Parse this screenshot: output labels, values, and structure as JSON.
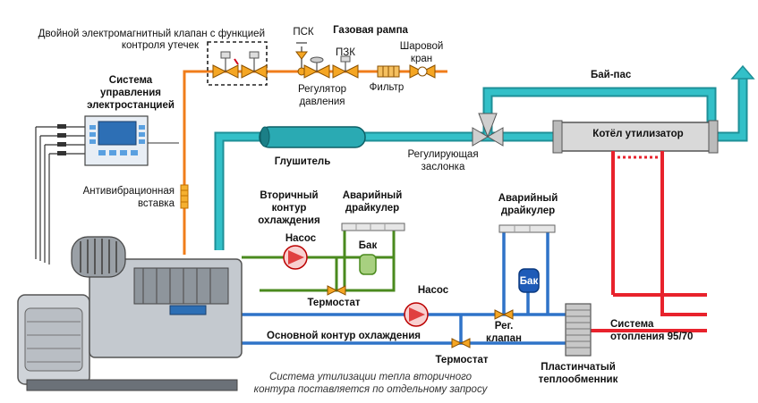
{
  "labels": {
    "valve_dual": [
      "Двойной электромагнитный клапан с функцией",
      "контроля утечек"
    ],
    "psk": "ПСК",
    "gas_ramp": "Газовая рампа",
    "pzk": "ПЗК",
    "ball_valve": [
      "Шаровой",
      "кран"
    ],
    "regulator": [
      "Регулятор",
      "давления"
    ],
    "filter": "Фильтр",
    "control_system": [
      "Система",
      "управления",
      "электростанцией"
    ],
    "bypass": "Бай-пас",
    "boiler": "Котёл утилизатор",
    "muffler": "Глушитель",
    "damper": [
      "Регулирующая",
      "заслонка"
    ],
    "antivib": [
      "Антивибрационная",
      "вставка"
    ],
    "secondary_circuit": [
      "Вторичный",
      "контур",
      "охлаждения"
    ],
    "emergency_cooler_1": [
      "Аварийный",
      "драйкулер"
    ],
    "emergency_cooler_2": [
      "Аварийный",
      "драйкулер"
    ],
    "pump_1": "Насос",
    "tank_1": "Бак",
    "tank_2": "Бак",
    "thermostat_1": "Термостат",
    "pump_2": "Насос",
    "reg_valve": [
      "Рег.",
      "клапан"
    ],
    "heating_system": [
      "Система",
      "отопления 95/70"
    ],
    "main_circuit": "Основной контур  охлаждения",
    "thermostat_2": "Термостат",
    "heat_exchanger": [
      "Пластинчатый",
      "теплообменник"
    ],
    "note": [
      "Система утилизации тепла вторичного",
      "контура поставляется по отдельному запросу"
    ]
  },
  "colors": {
    "gas_line": "#f07d1a",
    "exhaust_fill": "#33c0c8",
    "exhaust_stroke": "#1e8f97",
    "secondary_line": "#4a8a1e",
    "main_line": "#2f73c8",
    "heating_line": "#e8222c",
    "tank_blue": "#1e5bb8",
    "tank_green": "#a8d080"
  },
  "icons": [
    "solenoid-valve-icon",
    "safety-valve-icon",
    "ball-valve-icon",
    "filter-icon",
    "pump-icon",
    "thermostat-valve-icon",
    "control-panel-icon",
    "engine-generator-icon"
  ]
}
